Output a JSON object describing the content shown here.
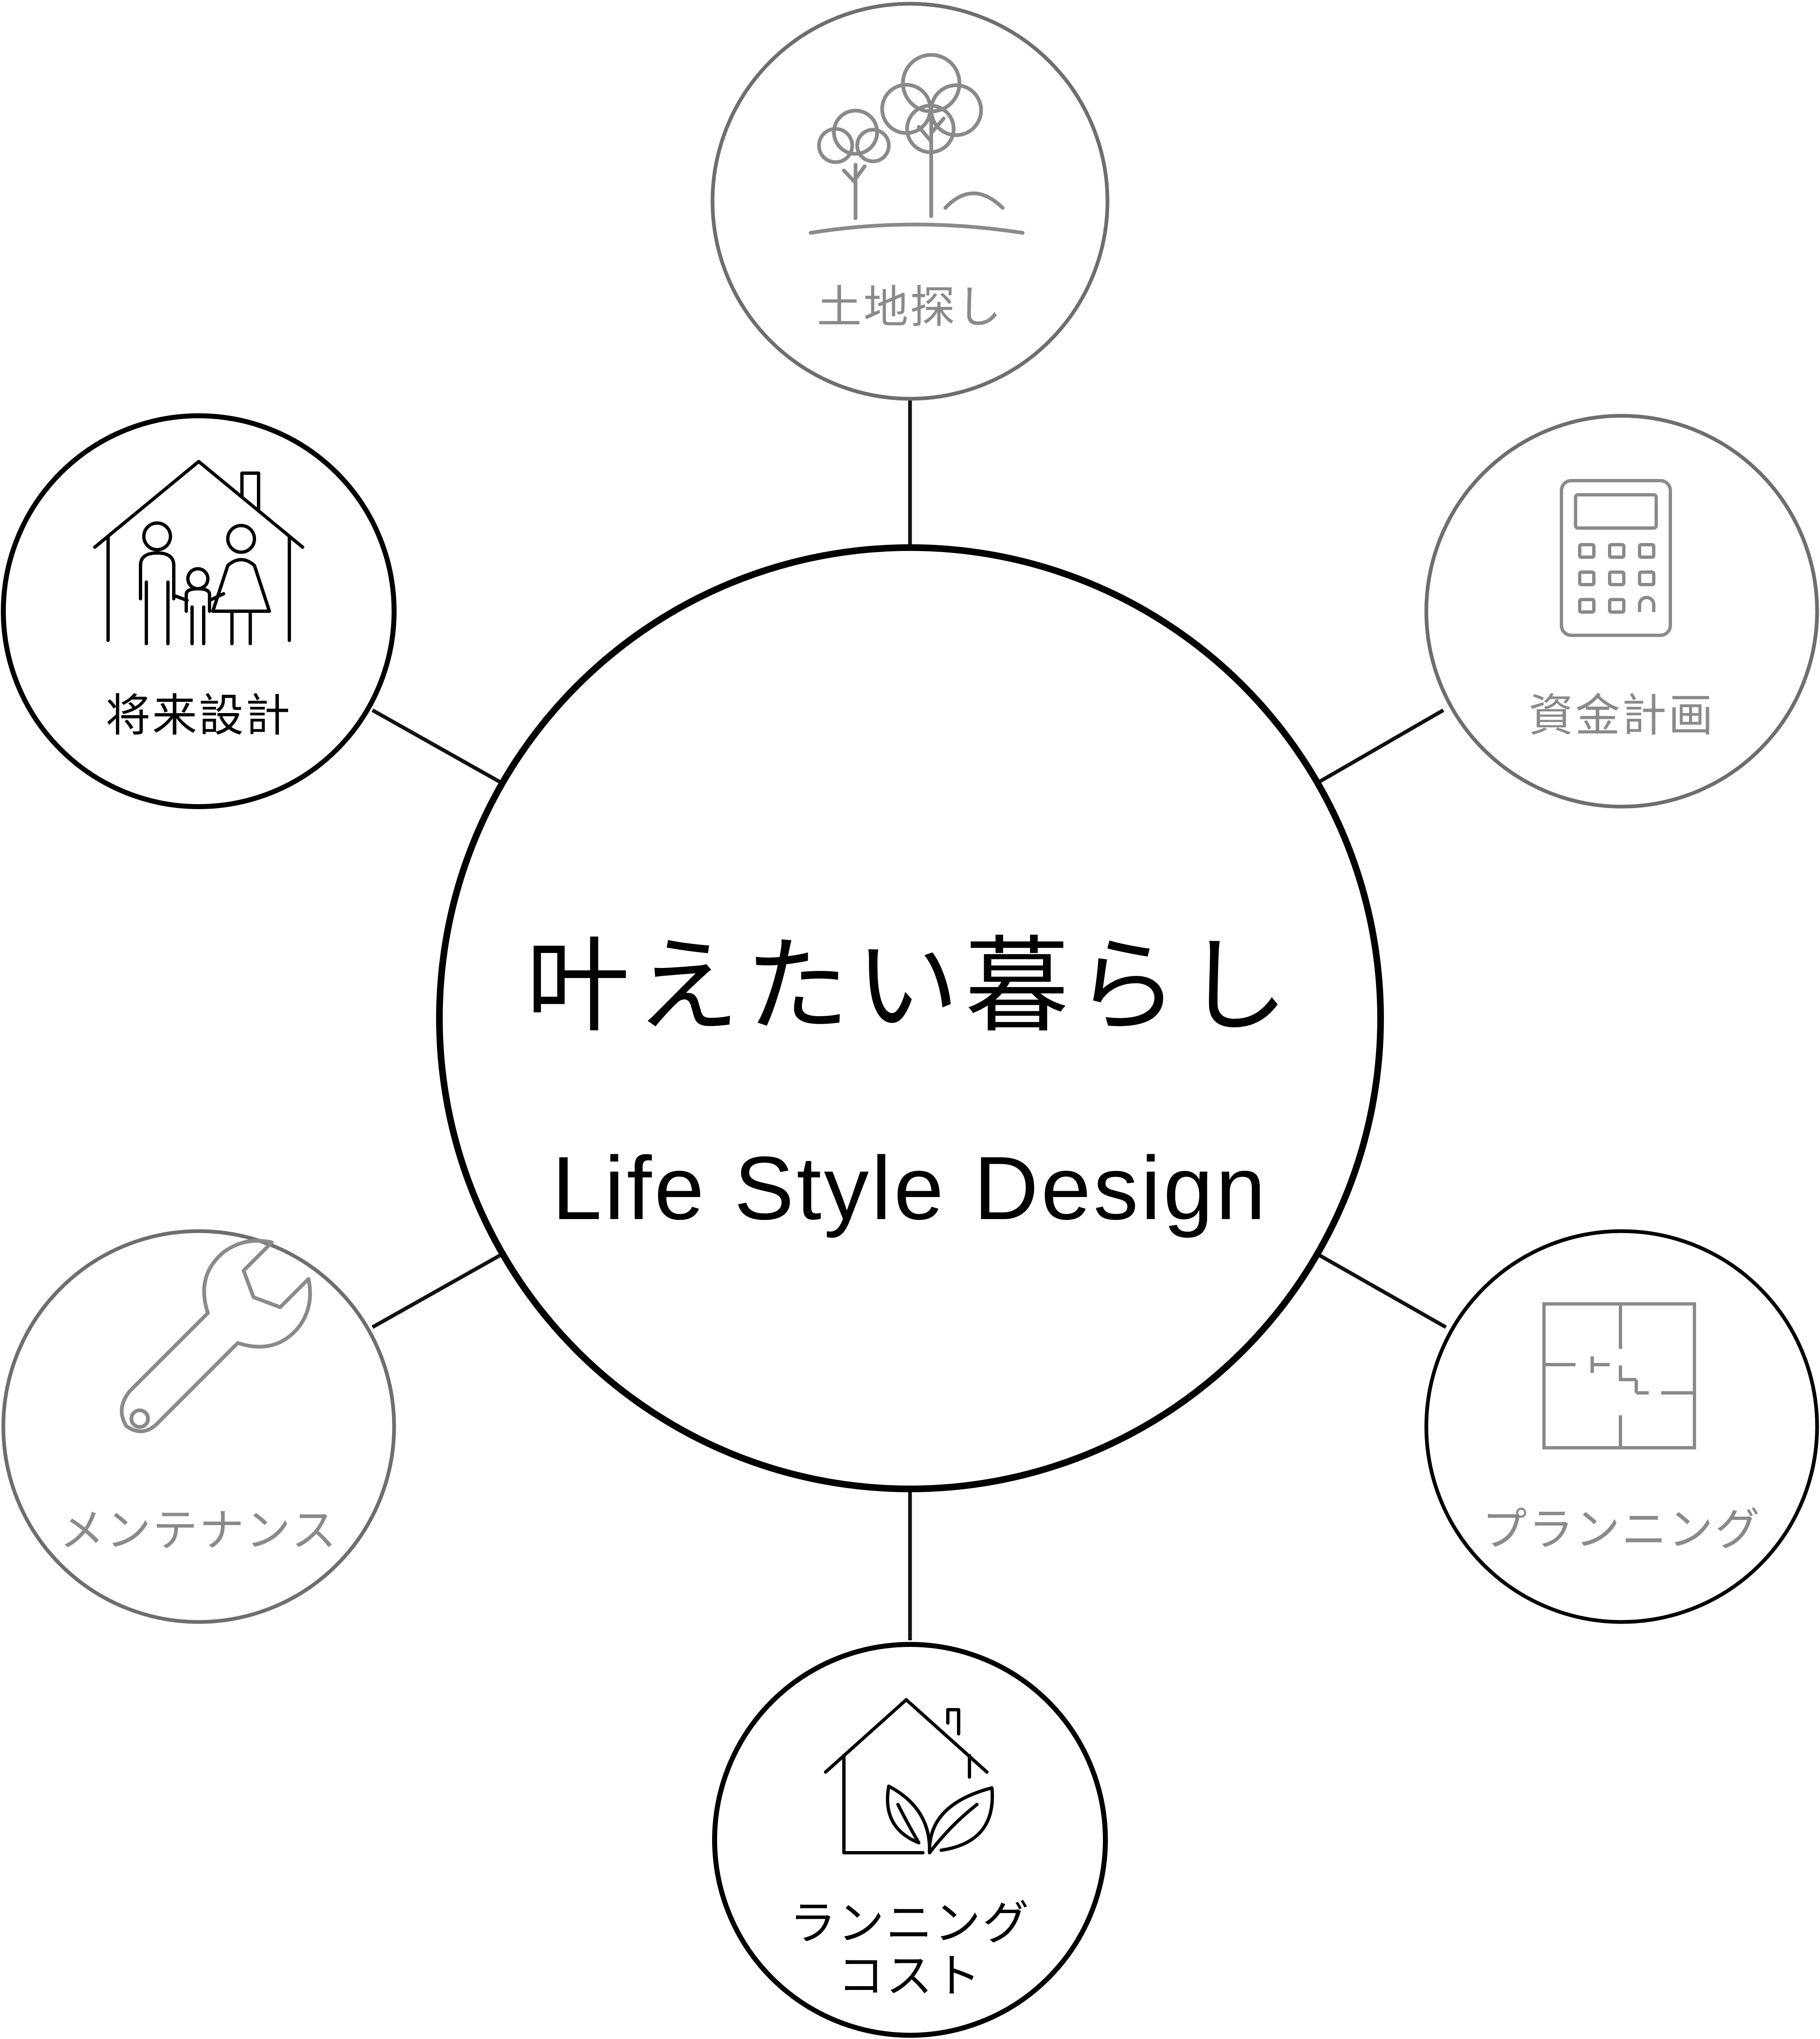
{
  "center": {
    "title": "叶えたい暮らし",
    "subtitle": "Life Style Design"
  },
  "nodes": [
    {
      "id": "land",
      "label": "土地探し",
      "icon": "trees-icon",
      "color": "#8a8a8a"
    },
    {
      "id": "finance",
      "label": "資金計画",
      "icon": "calculator-icon",
      "color": "#8a8a8a"
    },
    {
      "id": "planning",
      "label": "プランニング",
      "icon": "floor-plan-icon",
      "color": "#8a8a8a"
    },
    {
      "id": "running-cost",
      "label_lines": [
        "ランニング",
        "コスト"
      ],
      "icon": "eco-house-icon",
      "color": "#000000"
    },
    {
      "id": "maintenance",
      "label": "メンテナンス",
      "icon": "wrench-icon",
      "color": "#8a8a8a"
    },
    {
      "id": "future-design",
      "label": "将来設計",
      "icon": "family-house-icon",
      "color": "#000000"
    }
  ],
  "colors": {
    "primary": "#000000",
    "muted": "#8a8a8a",
    "connector": "#111111",
    "background": "#ffffff"
  }
}
